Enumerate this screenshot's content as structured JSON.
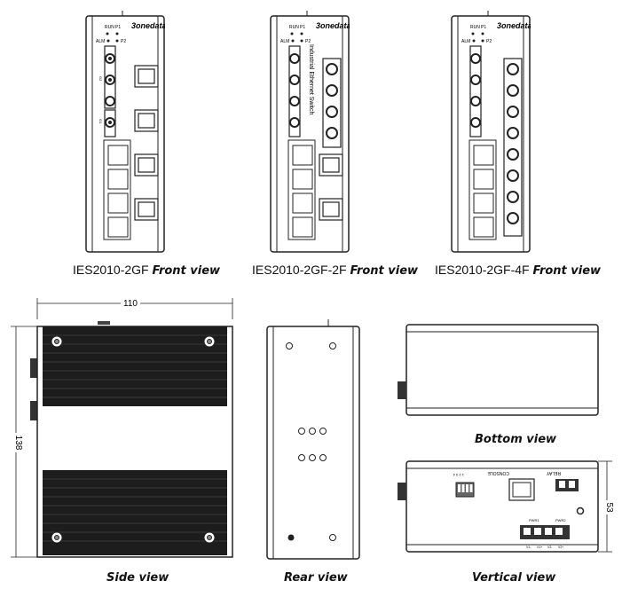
{
  "front_views": [
    {
      "model": "IES2010-2GF",
      "view_label": "Front view"
    },
    {
      "model": "IES2010-2GF-2F",
      "view_label": "Front view"
    },
    {
      "model": "IES2010-2GF-4F",
      "view_label": "Front view"
    }
  ],
  "device": {
    "brand": "3onedata",
    "side_text": "Industrial Ethernet Switch",
    "leds": {
      "run": "RUN",
      "p1": "P1",
      "alm": "ALM",
      "p2": "P2"
    },
    "port_labels": {
      "g2": "G2",
      "g1": "G1"
    }
  },
  "side_view": {
    "label": "Side view",
    "width_dim": "110",
    "height_dim": "138"
  },
  "rear_view": {
    "label": "Rear view"
  },
  "bottom_view": {
    "label": "Bottom view"
  },
  "vertical_view": {
    "label": "Vertical view",
    "depth_dim": "53",
    "dip_label": "1 2 3 4",
    "console_label": "CONSOLE",
    "relay_label": "RELAY",
    "pwr1_label": "PWR1",
    "pwr2_label": "PWR2",
    "terminal_labels": [
      "V1-",
      "V1+",
      "V2-",
      "V2+"
    ]
  }
}
